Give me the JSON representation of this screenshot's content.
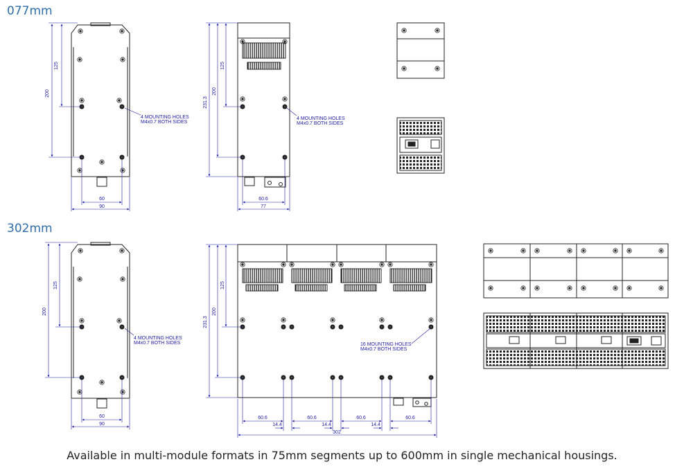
{
  "sections": [
    {
      "title": "077mm"
    },
    {
      "title": "302mm"
    }
  ],
  "notes": {
    "mount4": [
      "4 MOUNTING HOLES",
      "M4x0.7 BOTH SIDES"
    ],
    "mount16": [
      "16 MOUNTING HOLES",
      "M4x0.7 BOTH SIDES"
    ]
  },
  "dimensions": {
    "d125": "125",
    "d200": "200",
    "d231": "231.3",
    "d60": "60",
    "d90": "90",
    "d606": "60.6",
    "d77": "77",
    "d144": "14.4",
    "d302": "302"
  },
  "caption": "Available in multi-module formats  in 75mm segments up to 600mm in single mechanical housings.",
  "colors": {
    "title": "#2f6ea8",
    "dimension": "#1a1aa0",
    "outline": "#222222"
  }
}
